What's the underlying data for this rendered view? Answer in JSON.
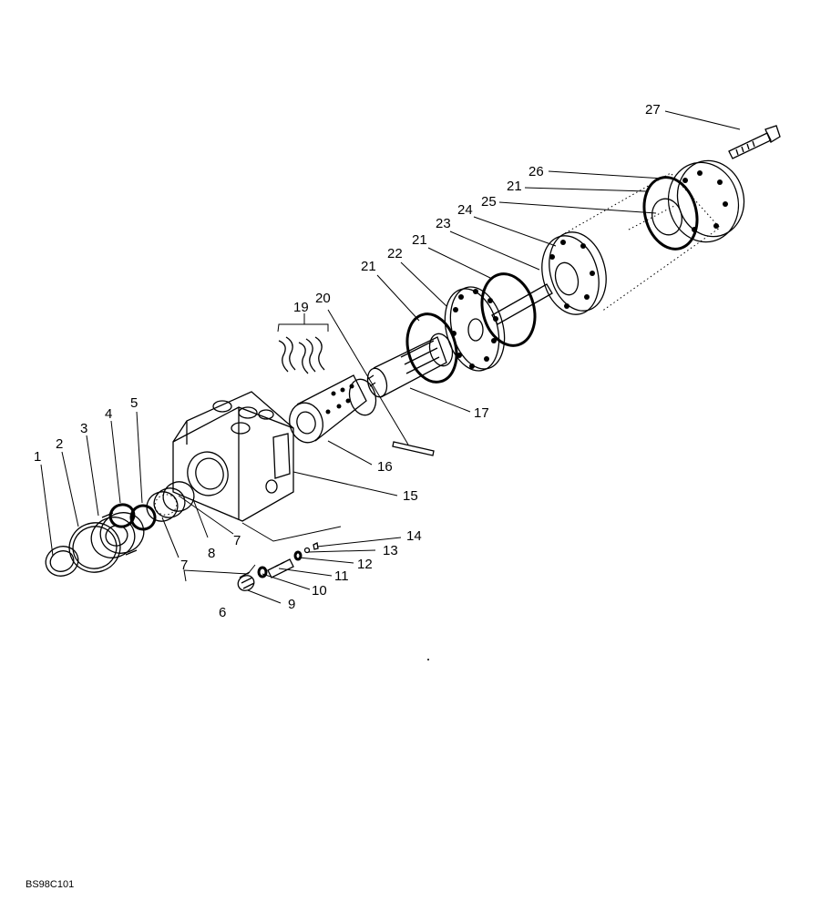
{
  "drawing_code": "BS98C101",
  "callouts": {
    "c1": "1",
    "c2": "2",
    "c3": "3",
    "c4": "4",
    "c5": "5",
    "c6": "6",
    "c7a": "7",
    "c7b": "7",
    "c8": "8",
    "c9": "9",
    "c10": "10",
    "c11": "11",
    "c12": "12",
    "c13": "13",
    "c14": "14",
    "c15": "15",
    "c16": "16",
    "c17": "17",
    "c19": "19",
    "c20": "20",
    "c21a": "21",
    "c21b": "21",
    "c21c": "21",
    "c22": "22",
    "c23": "23",
    "c24": "24",
    "c25": "25",
    "c26": "26",
    "c27": "27"
  }
}
